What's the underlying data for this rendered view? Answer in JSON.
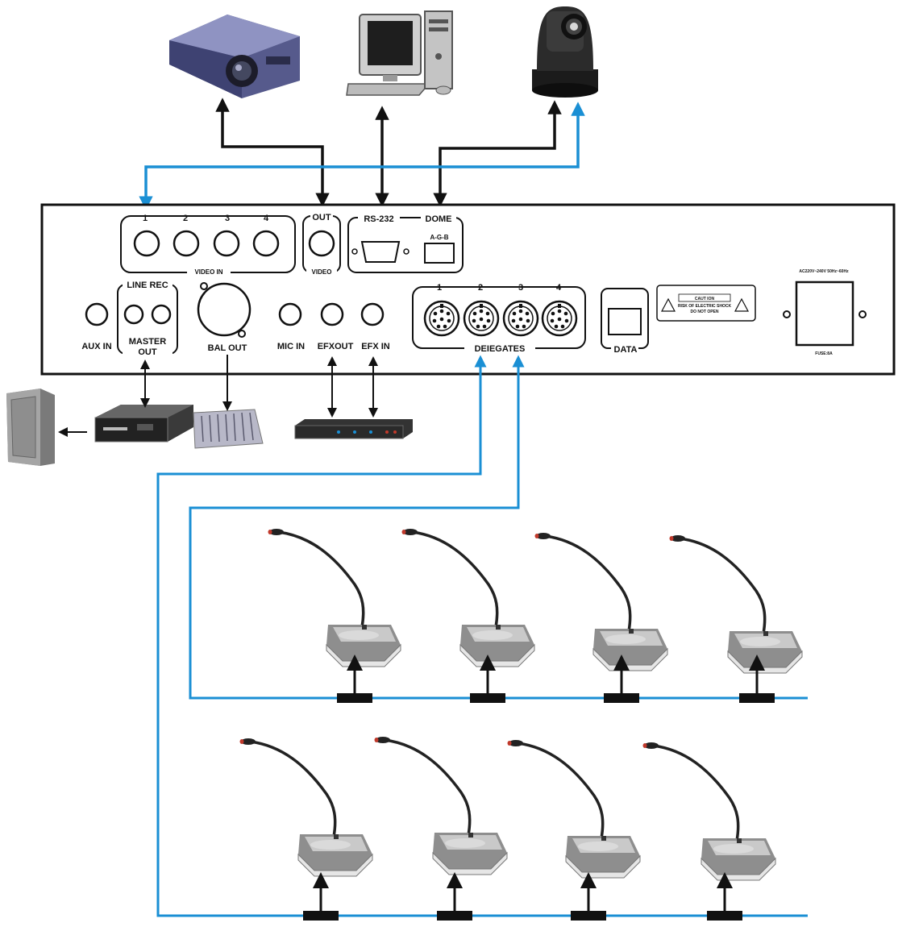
{
  "panel": {
    "video_in_numbers": [
      "1",
      "2",
      "3",
      "4"
    ],
    "video_in_label": "VIDEO IN",
    "video_out_top": "OUT",
    "video_out_bottom": "VIDEO",
    "rs232_label": "RS-232",
    "dome_label": "DOME",
    "agb_label": "A-G-B",
    "aux_in": "AUX IN",
    "line_rec": "LINE REC",
    "master_out_1": "MASTER",
    "master_out_2": "OUT",
    "bal_out": "BAL OUT",
    "mic_in": "MIC IN",
    "efx_out": "EFXOUT",
    "efx_in": "EFX IN",
    "delegate_numbers": [
      "1",
      "2",
      "3",
      "4"
    ],
    "delegates_label": "DEIEGATES",
    "data_label": "DATA",
    "caution_title": "CAUT ION",
    "caution_line1": "RISK OF ELECTRIC SHOCK",
    "caution_line2": "DO NOT OPEN",
    "power_spec": "AC220V~240V 50Hz~60Hz",
    "fuse_label": "FUSE:8A"
  },
  "devices": {
    "projector": "projector-icon",
    "computer": "computer-icon",
    "camera": "dome-camera-icon",
    "speaker": "speaker-icon",
    "amplifier": "amplifier-icon",
    "mixer": "mixer-icon",
    "effects": "effects-unit-icon",
    "delegate_unit": "delegate-microphone-icon"
  },
  "colors": {
    "control_line": "#111111",
    "video_line": "#1a8fd4",
    "delegate_bus": "#1a8fd4",
    "panel_border": "#111111"
  }
}
